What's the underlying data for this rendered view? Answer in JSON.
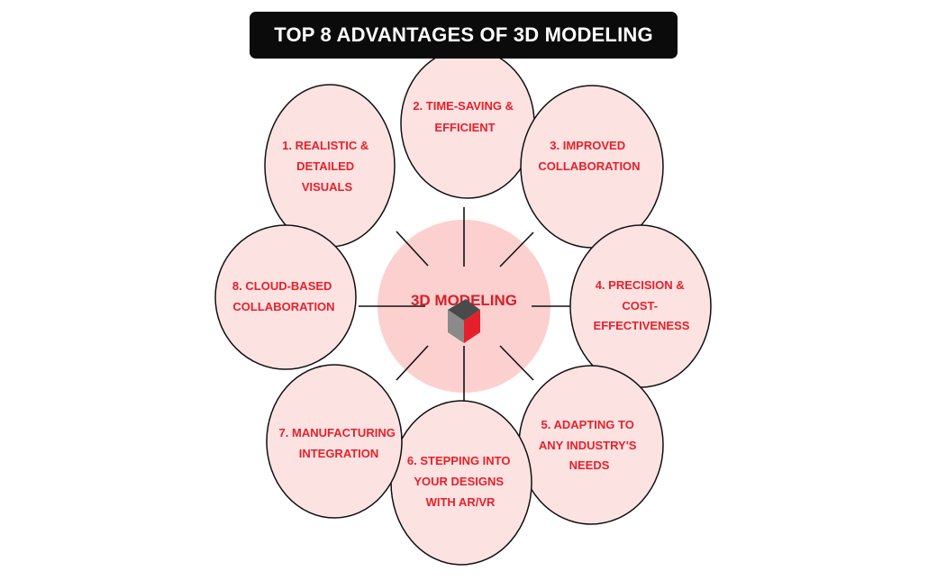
{
  "title": "TOP 8 ADVANTAGES OF 3D MODELING",
  "center": {
    "label": "3D MODELING",
    "icon": "cube-icon"
  },
  "colors": {
    "title_bg": "#0b0b0b",
    "title_text": "#ffffff",
    "node_fill": "#fde2e2",
    "center_fill": "#fbd0cf",
    "label": "#e8202a",
    "stroke": "#111111"
  },
  "advantages": [
    {
      "lines": [
        "1. REALISTIC &",
        "DETAILED",
        "VISUALS"
      ]
    },
    {
      "lines": [
        "2. TIME-SAVING &",
        "EFFICIENT"
      ]
    },
    {
      "lines": [
        "3. IMPROVED",
        "COLLABORATION"
      ]
    },
    {
      "lines": [
        "4. PRECISION &",
        "COST-",
        "EFFECTIVENESS"
      ]
    },
    {
      "lines": [
        "5. ADAPTING TO",
        "ANY INDUSTRY'S",
        "NEEDS"
      ]
    },
    {
      "lines": [
        "6. STEPPING INTO",
        "YOUR DESIGNS",
        "WITH AR/VR"
      ]
    },
    {
      "lines": [
        "7. MANUFACTURING",
        "INTEGRATION"
      ]
    },
    {
      "lines": [
        "8. CLOUD-BASED",
        "COLLABORATION"
      ]
    }
  ]
}
